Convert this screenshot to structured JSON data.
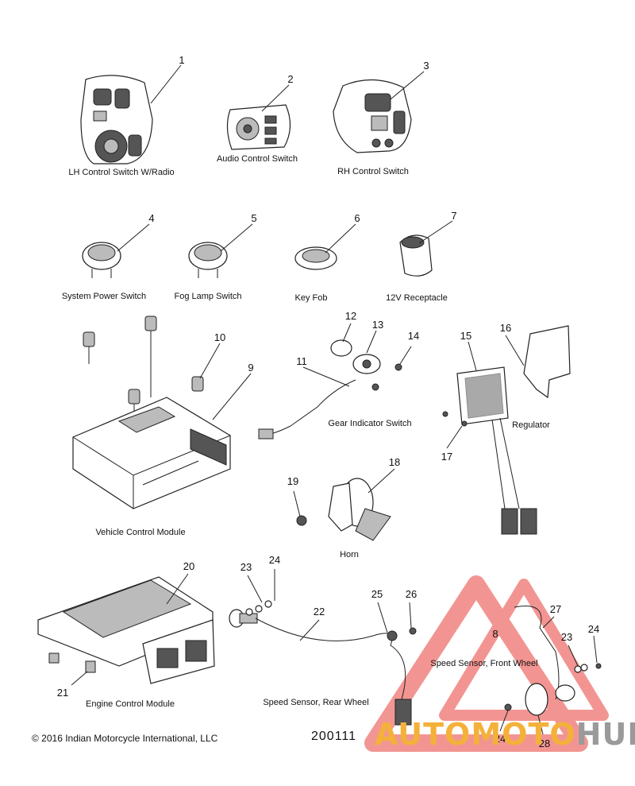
{
  "labels": {
    "lh_control_switch": "LH Control Switch W/Radio",
    "audio_control_switch": "Audio Control Switch",
    "rh_control_switch": "RH Control Switch",
    "system_power_switch": "System Power Switch",
    "fog_lamp_switch": "Fog Lamp Switch",
    "key_fob": "Key Fob",
    "receptacle_12v": "12V Receptacle",
    "gear_indicator_switch": "Gear Indicator Switch",
    "regulator": "Regulator",
    "vehicle_control_module": "Vehicle Control Module",
    "horn": "Horn",
    "engine_control_module": "Engine Control Module",
    "speed_sensor_rear": "Speed Sensor, Rear Wheel",
    "speed_sensor_front": "Speed Sensor, Front Wheel"
  },
  "callouts": [
    "1",
    "2",
    "3",
    "4",
    "5",
    "6",
    "7",
    "12",
    "13",
    "14",
    "11",
    "15",
    "16",
    "10",
    "9",
    "17",
    "18",
    "19",
    "20",
    "23",
    "24",
    "25",
    "26",
    "22",
    "27",
    "8",
    "23",
    "24",
    "21",
    "24",
    "28"
  ],
  "footer": {
    "copyright": "© 2016 Indian Motorcycle International, LLC",
    "diagram_code": "200111"
  },
  "watermark": {
    "part1": "AUTOMOTO",
    "part2": "HUB",
    "color1": "#f4b13a",
    "color2": "#9a9a9a",
    "logo_color": "#e8403a"
  }
}
